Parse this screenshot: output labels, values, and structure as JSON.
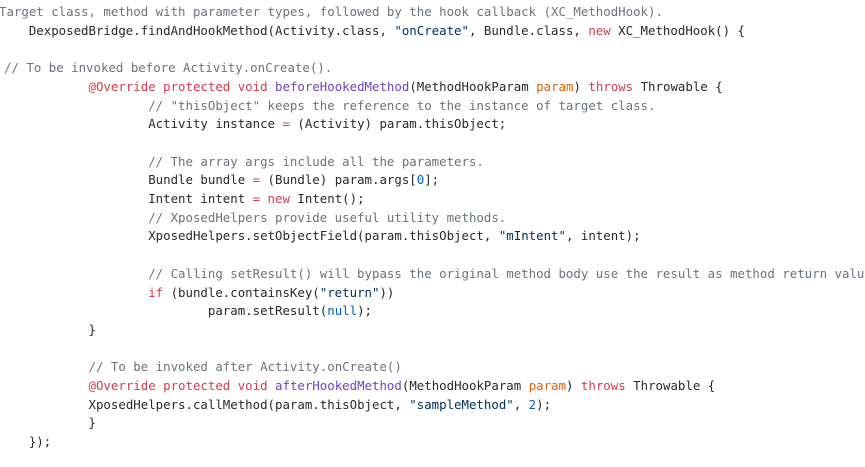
{
  "colors": {
    "background": "#ffffff",
    "plain": "#24292e",
    "comment": "#6a737d",
    "keyword": "#d73a49",
    "string": "#032f62",
    "function": "#6f42c1",
    "parameter": "#e36209",
    "number": "#005cc5"
  },
  "code": {
    "lines": [
      {
        "indent": 0,
        "tokens": [
          {
            "t": "comment",
            "v": "Target class, method with parameter types, followed by the hook callback (XC_MethodHook)."
          }
        ]
      },
      {
        "indent": 4,
        "tokens": [
          {
            "t": "plain",
            "v": "DexposedBridge.findAndHookMethod(Activity.class, "
          },
          {
            "t": "string",
            "v": "\"onCreate\""
          },
          {
            "t": "plain",
            "v": ", Bundle.class, "
          },
          {
            "t": "keyword",
            "v": "new"
          },
          {
            "t": "plain",
            "v": " XC_MethodHook() {"
          }
        ]
      },
      {
        "indent": 0,
        "tokens": []
      },
      {
        "indent": 0,
        "tokens": [
          {
            "t": "comment",
            "v": "// To be invoked before Activity.onCreate()."
          }
        ]
      },
      {
        "indent": 12,
        "tokens": [
          {
            "t": "keyword",
            "v": "@Override protected void"
          },
          {
            "t": "plain",
            "v": " "
          },
          {
            "t": "func",
            "v": "beforeHookedMethod"
          },
          {
            "t": "plain",
            "v": "(MethodHookParam "
          },
          {
            "t": "param",
            "v": "param"
          },
          {
            "t": "plain",
            "v": ") "
          },
          {
            "t": "keyword",
            "v": "throws"
          },
          {
            "t": "plain",
            "v": " Throwable {"
          }
        ]
      },
      {
        "indent": 20,
        "tokens": [
          {
            "t": "comment",
            "v": "// \"thisObject\" keeps the reference to the instance of target class."
          }
        ]
      },
      {
        "indent": 20,
        "tokens": [
          {
            "t": "plain",
            "v": "Activity instance "
          },
          {
            "t": "keyword",
            "v": "="
          },
          {
            "t": "plain",
            "v": " (Activity) param.thisObject;"
          }
        ]
      },
      {
        "indent": 0,
        "tokens": []
      },
      {
        "indent": 20,
        "tokens": [
          {
            "t": "comment",
            "v": "// The array args include all the parameters."
          }
        ]
      },
      {
        "indent": 20,
        "tokens": [
          {
            "t": "plain",
            "v": "Bundle bundle "
          },
          {
            "t": "keyword",
            "v": "="
          },
          {
            "t": "plain",
            "v": " (Bundle) param.args["
          },
          {
            "t": "number",
            "v": "0"
          },
          {
            "t": "plain",
            "v": "];"
          }
        ]
      },
      {
        "indent": 20,
        "tokens": [
          {
            "t": "plain",
            "v": "Intent intent "
          },
          {
            "t": "keyword",
            "v": "= new"
          },
          {
            "t": "plain",
            "v": " Intent();"
          }
        ]
      },
      {
        "indent": 20,
        "tokens": [
          {
            "t": "comment",
            "v": "// XposedHelpers provide useful utility methods."
          }
        ]
      },
      {
        "indent": 20,
        "tokens": [
          {
            "t": "plain",
            "v": "XposedHelpers.setObjectField(param.thisObject, "
          },
          {
            "t": "string",
            "v": "\"mIntent\""
          },
          {
            "t": "plain",
            "v": ", intent);"
          }
        ]
      },
      {
        "indent": 0,
        "tokens": []
      },
      {
        "indent": 20,
        "tokens": [
          {
            "t": "comment",
            "v": "// Calling setResult() will bypass the original method body use the result as method return value directly."
          }
        ]
      },
      {
        "indent": 20,
        "tokens": [
          {
            "t": "keyword",
            "v": "if"
          },
          {
            "t": "plain",
            "v": " (bundle.containsKey("
          },
          {
            "t": "string",
            "v": "\"return\""
          },
          {
            "t": "plain",
            "v": "))"
          }
        ]
      },
      {
        "indent": 28,
        "tokens": [
          {
            "t": "plain",
            "v": "param.setResult("
          },
          {
            "t": "number",
            "v": "null"
          },
          {
            "t": "plain",
            "v": ");"
          }
        ]
      },
      {
        "indent": 12,
        "tokens": [
          {
            "t": "plain",
            "v": "}"
          }
        ]
      },
      {
        "indent": 0,
        "tokens": []
      },
      {
        "indent": 12,
        "tokens": [
          {
            "t": "comment",
            "v": "// To be invoked after Activity.onCreate()"
          }
        ]
      },
      {
        "indent": 12,
        "tokens": [
          {
            "t": "keyword",
            "v": "@Override protected void"
          },
          {
            "t": "plain",
            "v": " "
          },
          {
            "t": "func",
            "v": "afterHookedMethod"
          },
          {
            "t": "plain",
            "v": "(MethodHookParam "
          },
          {
            "t": "param",
            "v": "param"
          },
          {
            "t": "plain",
            "v": ") "
          },
          {
            "t": "keyword",
            "v": "throws"
          },
          {
            "t": "plain",
            "v": " Throwable {"
          }
        ]
      },
      {
        "indent": 12,
        "tokens": [
          {
            "t": "plain",
            "v": "XposedHelpers.callMethod(param.thisObject, "
          },
          {
            "t": "string",
            "v": "\"sampleMethod\""
          },
          {
            "t": "plain",
            "v": ", "
          },
          {
            "t": "number",
            "v": "2"
          },
          {
            "t": "plain",
            "v": ");"
          }
        ]
      },
      {
        "indent": 12,
        "tokens": [
          {
            "t": "plain",
            "v": "}"
          }
        ]
      },
      {
        "indent": 4,
        "tokens": [
          {
            "t": "plain",
            "v": "});"
          }
        ]
      }
    ]
  }
}
